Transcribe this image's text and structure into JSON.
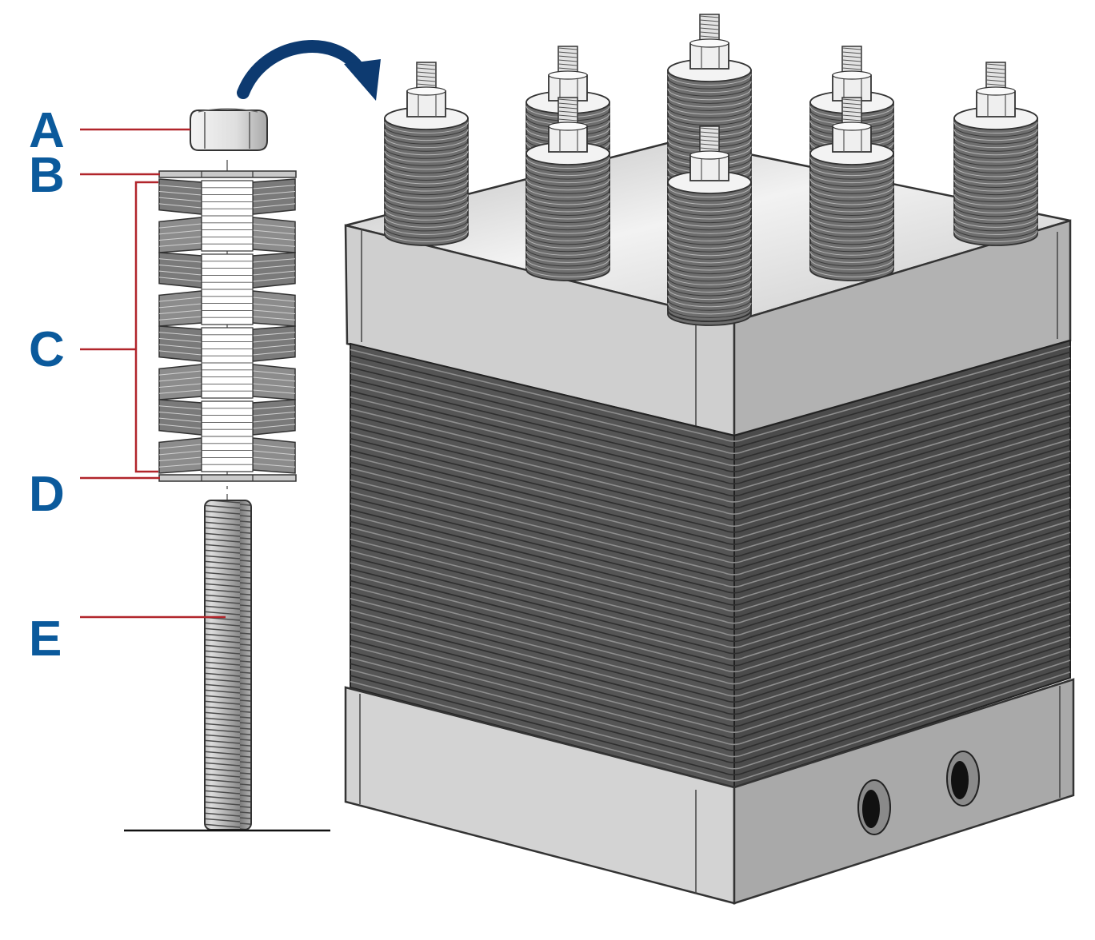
{
  "callouts": [
    {
      "letter": "A"
    },
    {
      "letter": "B"
    },
    {
      "letter": "C"
    },
    {
      "letter": "D"
    },
    {
      "letter": "E"
    }
  ],
  "colors": {
    "label": "#0b5a9c",
    "leader": "#b1252b",
    "arrow": "#0d3a70",
    "outline": "#222222",
    "stack_dark": "#4a4a4a",
    "stack_light": "#9b9b9b",
    "plate_light": "#d6d6d6",
    "plate_mid": "#b9b9b9",
    "plate_dark": "#a9a9a9"
  }
}
